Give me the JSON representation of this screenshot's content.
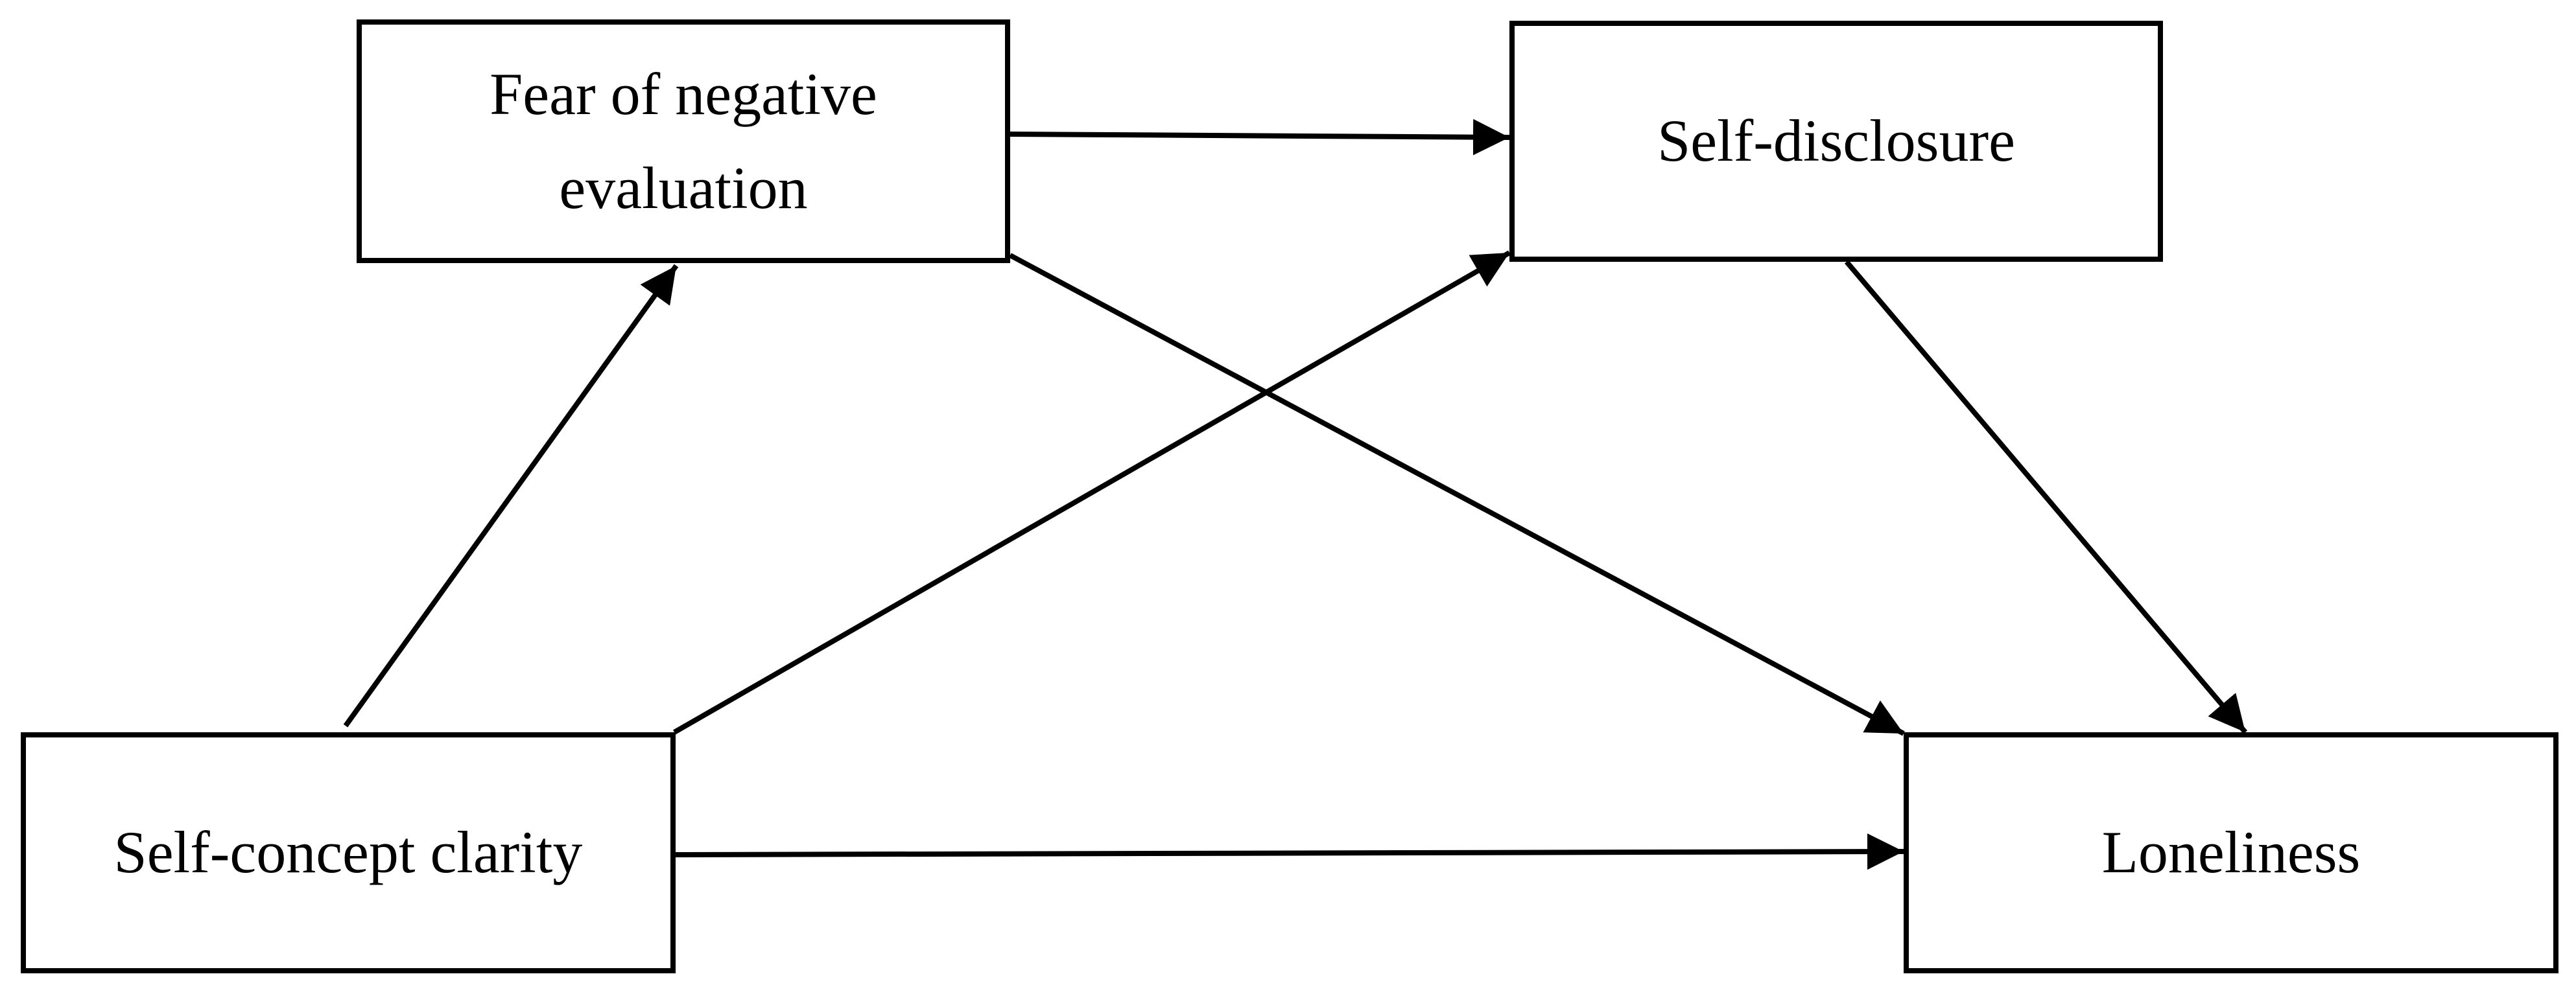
{
  "diagram": {
    "nodes": {
      "fear_negative_evaluation": {
        "line1": "Fear of negative",
        "line2": "evaluation"
      },
      "self_disclosure": {
        "label": "Self-disclosure"
      },
      "self_concept_clarity": {
        "label": "Self-concept clarity"
      },
      "loneliness": {
        "label": "Loneliness"
      }
    },
    "edges": [
      {
        "from": "Self-concept clarity",
        "to": "Fear of negative evaluation"
      },
      {
        "from": "Self-concept clarity",
        "to": "Self-disclosure"
      },
      {
        "from": "Self-concept clarity",
        "to": "Loneliness"
      },
      {
        "from": "Fear of negative evaluation",
        "to": "Self-disclosure"
      },
      {
        "from": "Fear of negative evaluation",
        "to": "Loneliness"
      },
      {
        "from": "Self-disclosure",
        "to": "Loneliness"
      }
    ]
  }
}
